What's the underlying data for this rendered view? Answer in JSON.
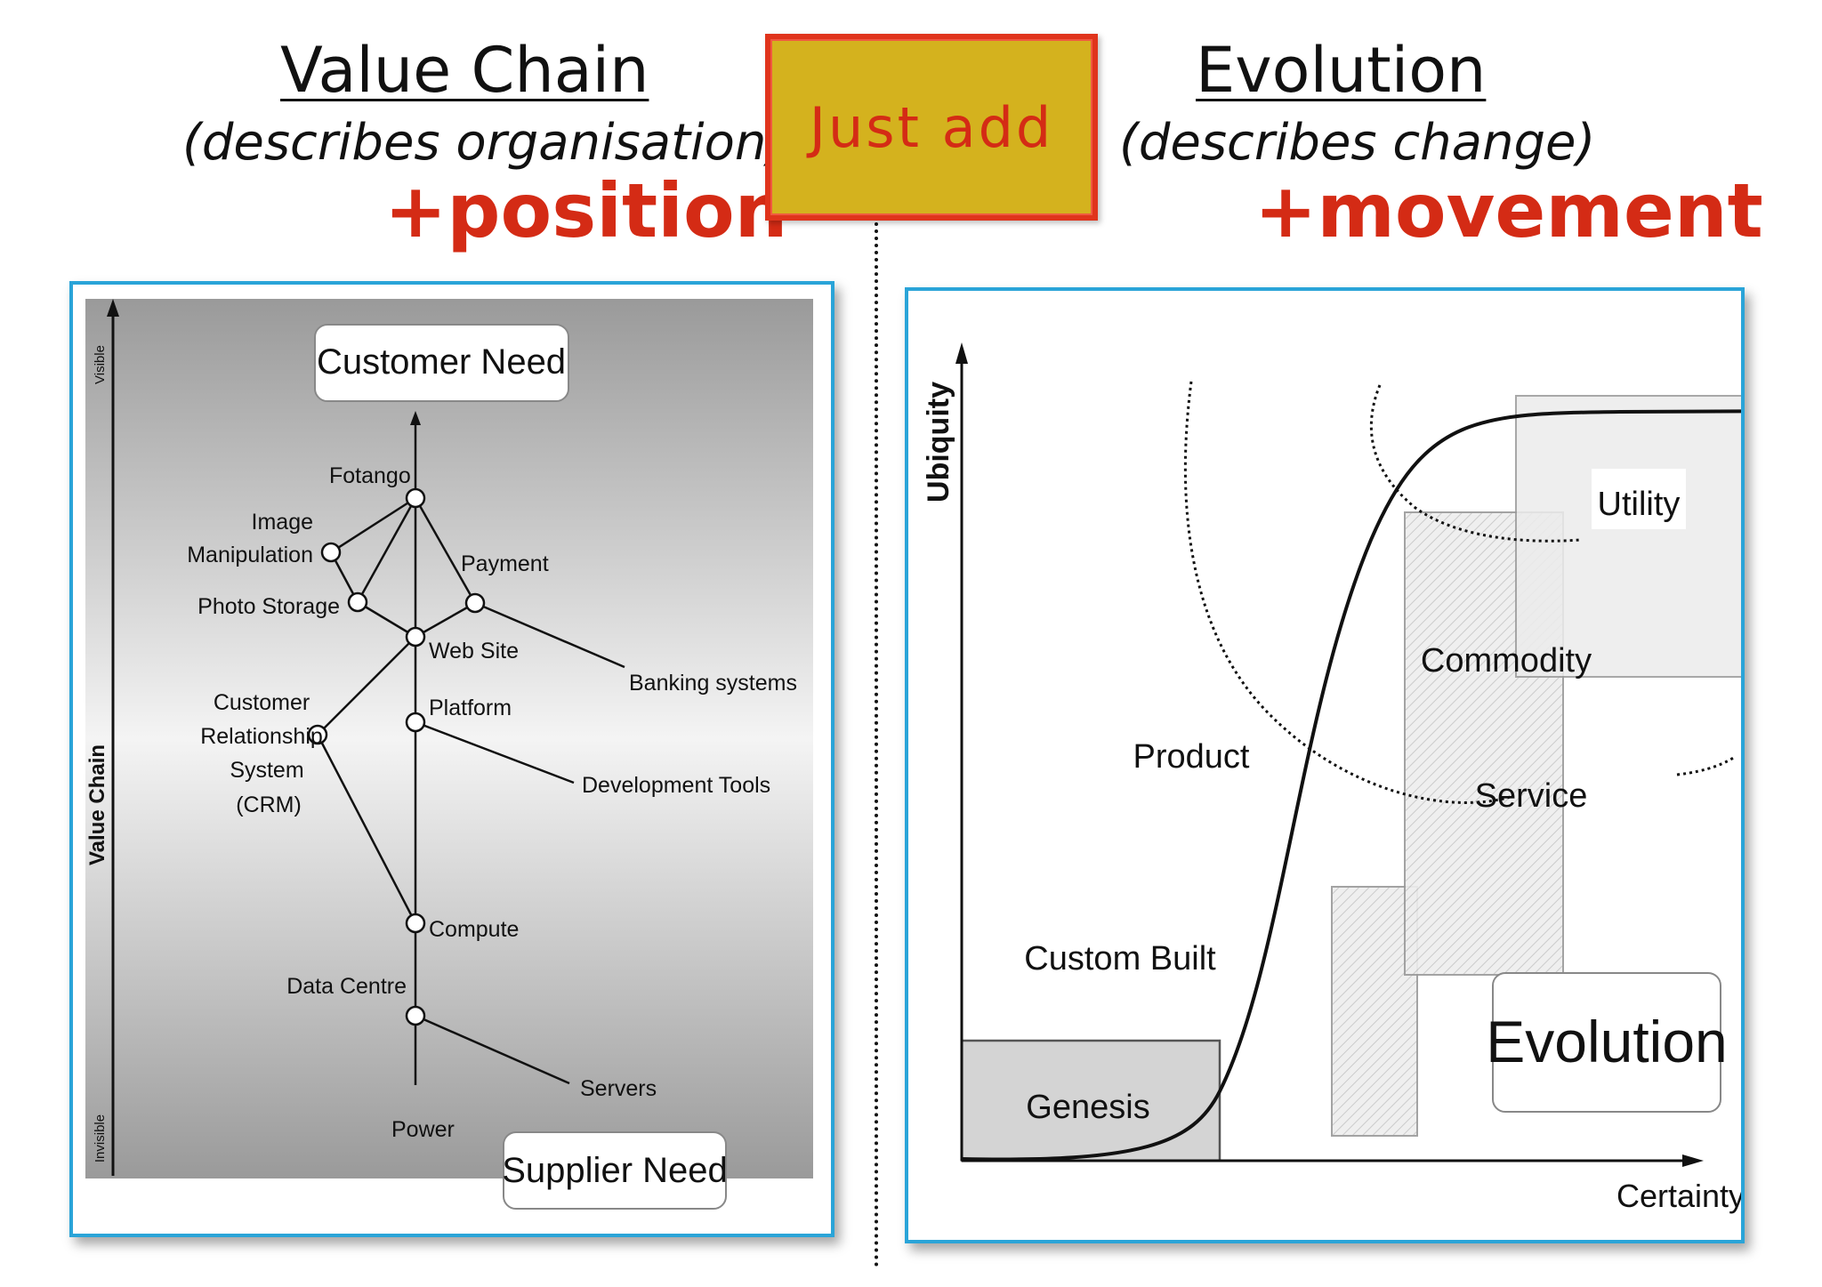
{
  "header": {
    "left_title": "Value Chain",
    "left_subtitle": "(describes organisation)",
    "left_plus": "+position",
    "center_badge": "Just add",
    "right_title": "Evolution",
    "right_subtitle": "(describes change)",
    "right_plus": "+movement"
  },
  "value_chain": {
    "axis_title": "Value Chain",
    "axis_top": "Visible",
    "axis_bottom": "Invisible",
    "customer_need": "Customer Need",
    "supplier_need": "Supplier Need",
    "labels": {
      "fotango": "Fotango",
      "image_1": "Image",
      "image_2": "Manipulation",
      "payment": "Payment",
      "photo_storage": "Photo Storage",
      "web_site": "Web Site",
      "banking": "Banking systems",
      "crm_1": "Customer",
      "crm_2": "Relationship",
      "crm_3": "System",
      "crm_4": "(CRM)",
      "platform": "Platform",
      "dev_tools": "Development Tools",
      "compute": "Compute",
      "data_centre": "Data Centre",
      "servers": "Servers",
      "power": "Power"
    }
  },
  "evolution": {
    "y_axis": "Ubiquity",
    "x_axis": "Certainty",
    "badge": "Evolution",
    "stages": {
      "genesis": "Genesis",
      "custom": "Custom Built",
      "product": "Product",
      "commodity": "Commodity",
      "utility": "Utility",
      "service": "Service"
    }
  },
  "colors": {
    "accent_red": "#d42b15",
    "badge_fill": "#d4b21e",
    "panel_border": "#2aa4d8"
  }
}
